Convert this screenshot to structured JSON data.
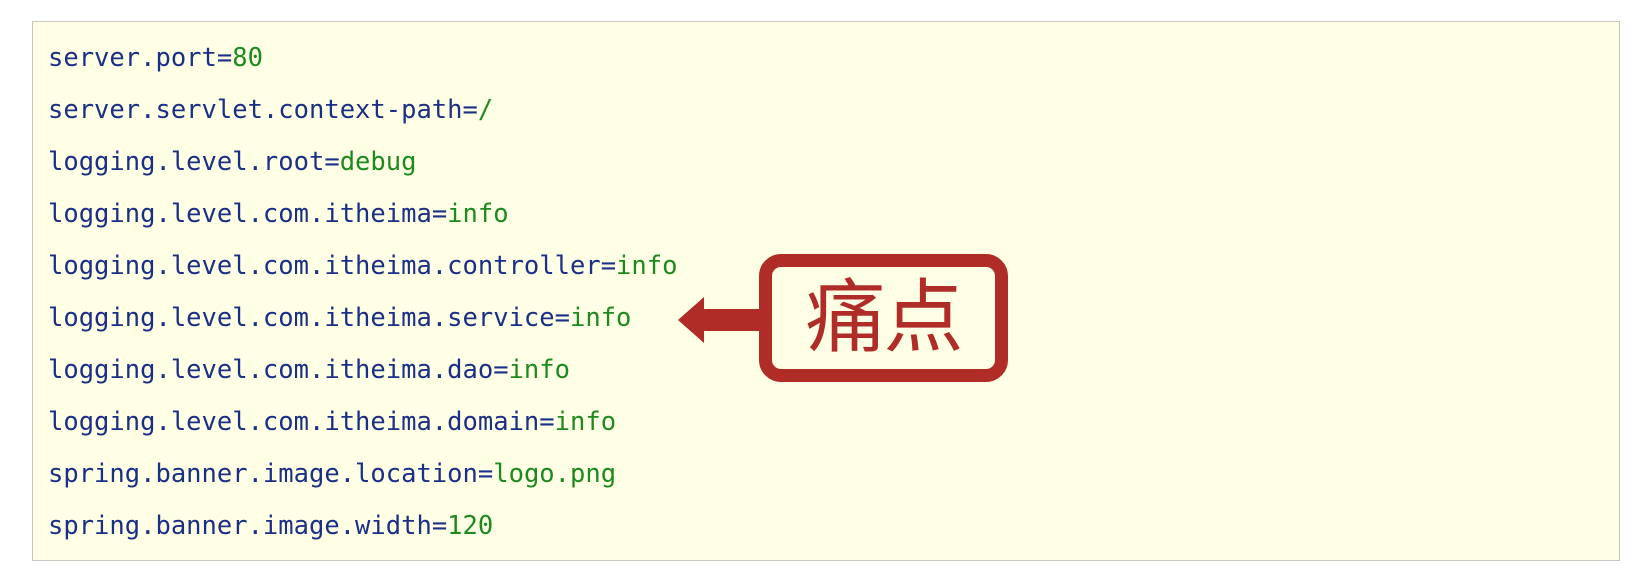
{
  "lines": [
    {
      "key": "server.port",
      "value": "80"
    },
    {
      "key": "server.servlet.context-path",
      "value": "/"
    },
    {
      "key": "logging.level.root",
      "value": "debug"
    },
    {
      "key": "logging.level.com.itheima",
      "value": "info"
    },
    {
      "key": "logging.level.com.itheima.controller",
      "value": "info"
    },
    {
      "key": "logging.level.com.itheima.service",
      "value": "info"
    },
    {
      "key": "logging.level.com.itheima.dao",
      "value": "info"
    },
    {
      "key": "logging.level.com.itheima.domain",
      "value": "info"
    },
    {
      "key": "spring.banner.image.location",
      "value": "logo.png"
    },
    {
      "key": "spring.banner.image.width",
      "value": "120"
    }
  ],
  "separator": "=",
  "callout": {
    "text": "痛点",
    "pointer_icon": "arrow-left-icon"
  },
  "colors": {
    "background": "#ffffe5",
    "key": "#1b2f86",
    "value": "#1e8a1e",
    "callout": "#b02c26"
  }
}
